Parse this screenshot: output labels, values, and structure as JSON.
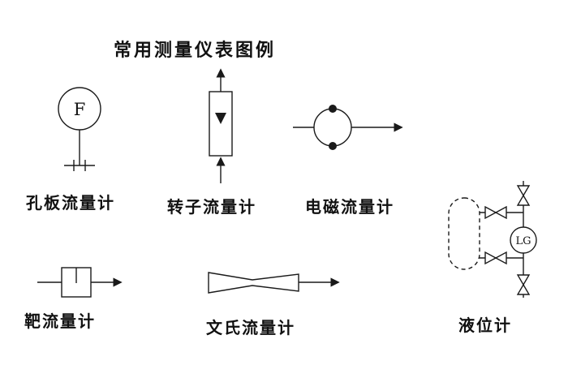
{
  "title": "常用测量仪表图例",
  "symbols": {
    "orifice": {
      "label": "孔板流量计",
      "letter": "F"
    },
    "rotameter": {
      "label": "转子流量计"
    },
    "electromagnetic": {
      "label": "电磁流量计"
    },
    "target": {
      "label": "靶流量计"
    },
    "venturi": {
      "label": "文氏流量计"
    },
    "level_gauge": {
      "label": "液位计",
      "letter": "LG"
    }
  },
  "colors": {
    "line": "#1a1a1a",
    "background": "#ffffff"
  }
}
